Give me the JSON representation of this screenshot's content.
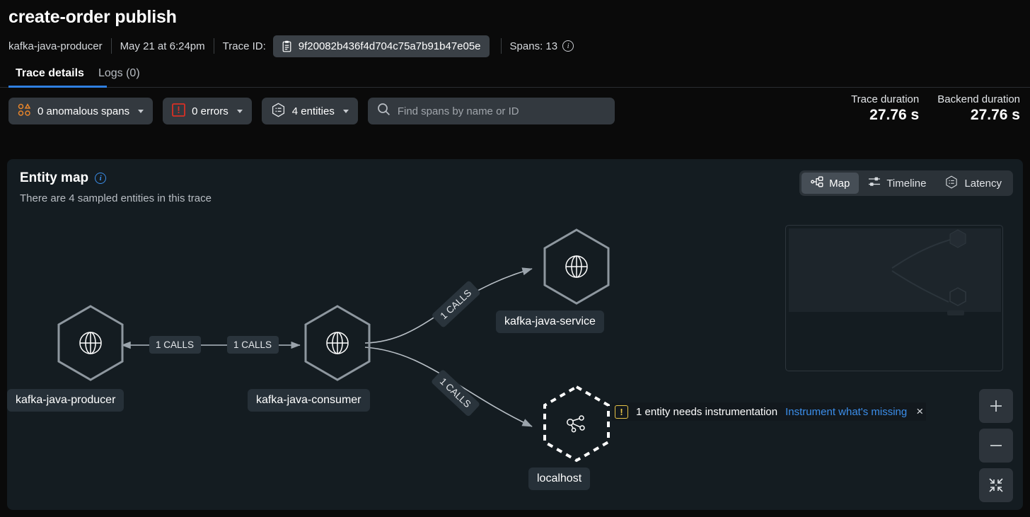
{
  "header": {
    "title": "create-order publish",
    "service": "kafka-java-producer",
    "timestamp": "May 21 at 6:24pm",
    "trace_id_label": "Trace ID:",
    "trace_id": "9f20082b436f4d704c75a7b91b47e05e",
    "spans_label": "Spans: 13",
    "clipboard_icon": "clipboard-icon",
    "info_icon": "info-icon"
  },
  "tabs": [
    {
      "label": "Trace details",
      "active": true
    },
    {
      "label": "Logs (0)",
      "active": false
    }
  ],
  "filters": {
    "anomalous": {
      "label": "0 anomalous spans",
      "icon": "anomaly-icon",
      "color": "#e8852b"
    },
    "errors": {
      "label": "0 errors",
      "icon": "error-icon",
      "color": "#d93025"
    },
    "entities": {
      "label": "4 entities",
      "icon": "entities-hex-icon"
    },
    "search": {
      "placeholder": "Find spans by name or ID",
      "value": "",
      "icon": "search-icon"
    }
  },
  "durations": [
    {
      "label": "Trace duration",
      "value": "27.76 s"
    },
    {
      "label": "Backend duration",
      "value": "27.76 s"
    }
  ],
  "entity_map": {
    "title": "Entity map",
    "subtitle": "There are 4 sampled entities in this trace",
    "view_toggle": [
      {
        "label": "Map",
        "icon": "map-nodes-icon",
        "active": true
      },
      {
        "label": "Timeline",
        "icon": "timeline-icon",
        "active": false
      },
      {
        "label": "Latency",
        "icon": "latency-hex-icon",
        "active": false
      }
    ],
    "nodes": [
      {
        "id": "producer",
        "label": "kafka-java-producer",
        "icon": "globe-icon",
        "style": "solid"
      },
      {
        "id": "consumer",
        "label": "kafka-java-consumer",
        "icon": "globe-icon",
        "style": "solid"
      },
      {
        "id": "service",
        "label": "kafka-java-service",
        "icon": "globe-icon",
        "style": "solid"
      },
      {
        "id": "localhost",
        "label": "localhost",
        "icon": "graph-nodes-icon",
        "style": "dashed"
      }
    ],
    "edges": [
      {
        "from": "consumer",
        "to": "producer",
        "label": "1 CALLS"
      },
      {
        "from": "producer",
        "to": "consumer",
        "label": "1 CALLS"
      },
      {
        "from": "consumer",
        "to": "service",
        "label": "1 CALLS"
      },
      {
        "from": "consumer",
        "to": "localhost",
        "label": "1 CALLS"
      }
    ]
  },
  "instrumentation_banner": {
    "icon": "warning-icon",
    "message": "1 entity needs instrumentation",
    "link": "Instrument what's missing",
    "close": "×"
  },
  "zoom_controls": [
    {
      "name": "zoom-in",
      "glyph": "+"
    },
    {
      "name": "zoom-out",
      "glyph": "−"
    },
    {
      "name": "fit-to-screen",
      "glyph": "fit"
    }
  ],
  "colors": {
    "accent_blue": "#2f7fe0",
    "link_blue": "#3b8eea",
    "warn_yellow": "#e8c547",
    "error_red": "#d93025",
    "anomaly_orange": "#e8852b",
    "map_bg": "#141c21"
  }
}
